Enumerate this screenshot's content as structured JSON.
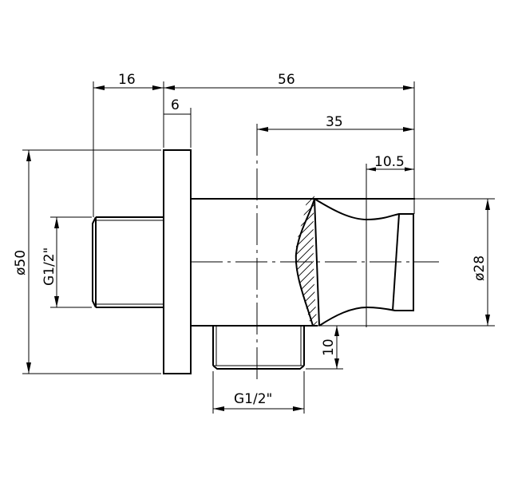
{
  "drawing": {
    "title": "Wall outlet elbow with holder - technical drawing",
    "line_color": "#000000",
    "background": "#ffffff",
    "dimensions": {
      "flange_to_thread_length": "16",
      "flange_thickness": "6",
      "overall_length": "56",
      "center_to_end": "35",
      "holder_tip": "10.5",
      "flange_diameter": "ø50",
      "rear_thread": "G1/2\"",
      "body_diameter": "ø28",
      "outlet_thread_length": "10",
      "outlet_thread": "G1/2\""
    }
  }
}
